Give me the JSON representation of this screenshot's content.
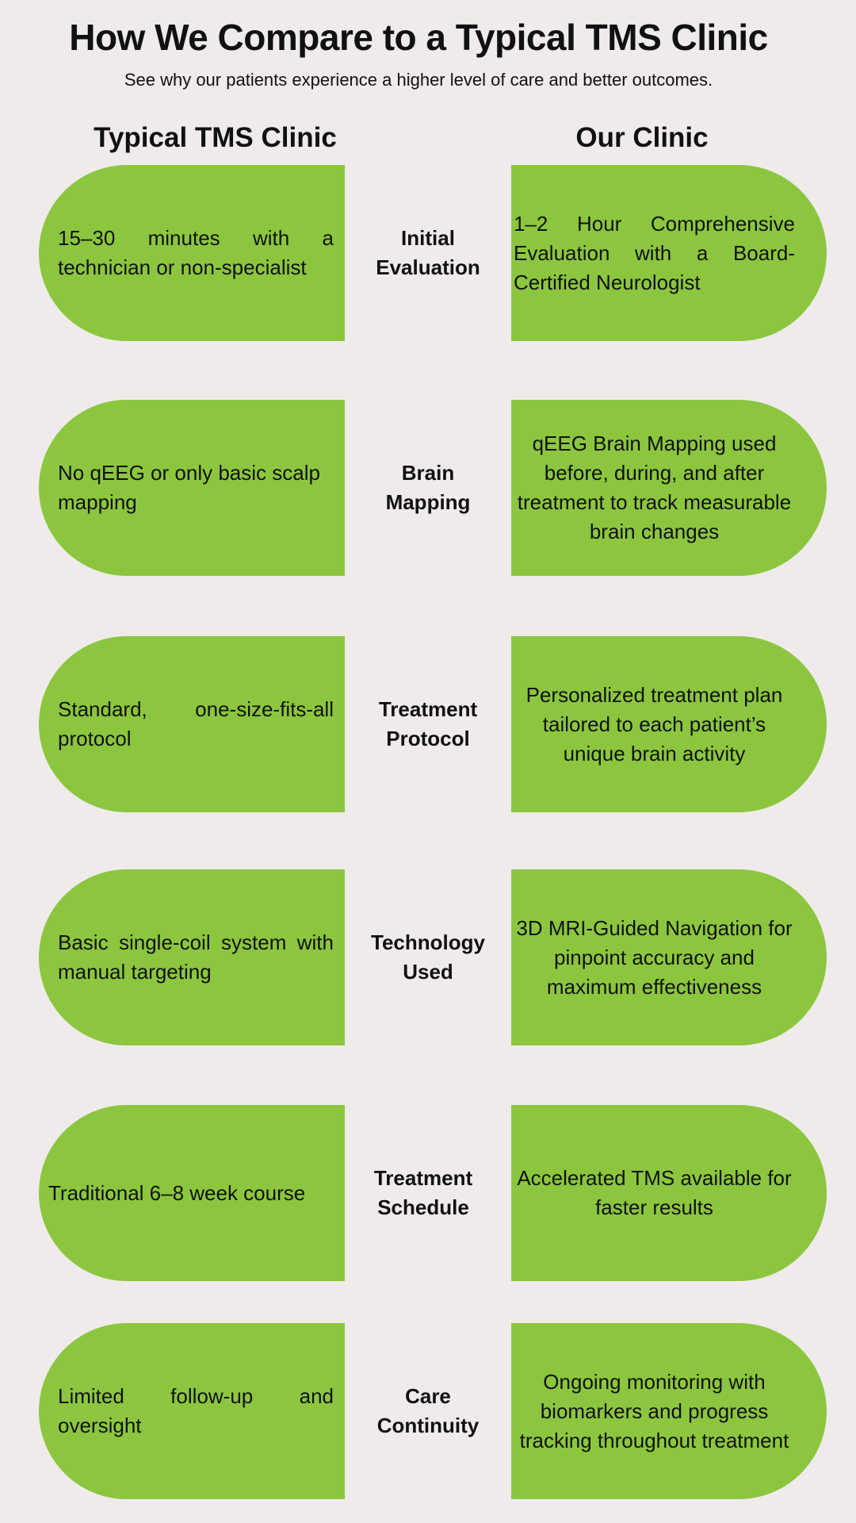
{
  "header": {
    "title": "How We Compare to a Typical TMS Clinic",
    "subtitle": "See why our patients experience a higher level of care and better outcomes."
  },
  "columns": {
    "left": "Typical TMS Clinic",
    "right": "Our Clinic"
  },
  "colors": {
    "accent": "#8cc63f",
    "background": "#efebea"
  },
  "rows": [
    {
      "label": "Initial Evaluation",
      "typical": "15–30 minutes with a technician or non-specialist",
      "ours": "1–2 Hour Comprehensive Evaluation with a Board-Certified Neurologist"
    },
    {
      "label": "Brain Mapping",
      "typical": "No qEEG or only basic scalp mapping",
      "ours": "qEEG Brain Mapping used before, during, and after treatment to track measurable brain changes"
    },
    {
      "label": "Treatment Protocol",
      "typical": "Standard, one-size-fits-all protocol",
      "ours": "Personalized treatment plan tailored to each patient’s unique brain activity"
    },
    {
      "label": "Technology Used",
      "typical": "Basic single-coil system with manual targeting",
      "ours": "3D MRI-Guided Navigation for pinpoint accuracy and maximum effectiveness"
    },
    {
      "label": "Treatment Schedule",
      "typical": "Traditional 6–8 week course",
      "ours": "Accelerated TMS available for faster results"
    },
    {
      "label": "Care Continuity",
      "typical": "Limited follow-up and oversight",
      "ours": "Ongoing monitoring with biomarkers and progress tracking throughout treatment"
    }
  ]
}
